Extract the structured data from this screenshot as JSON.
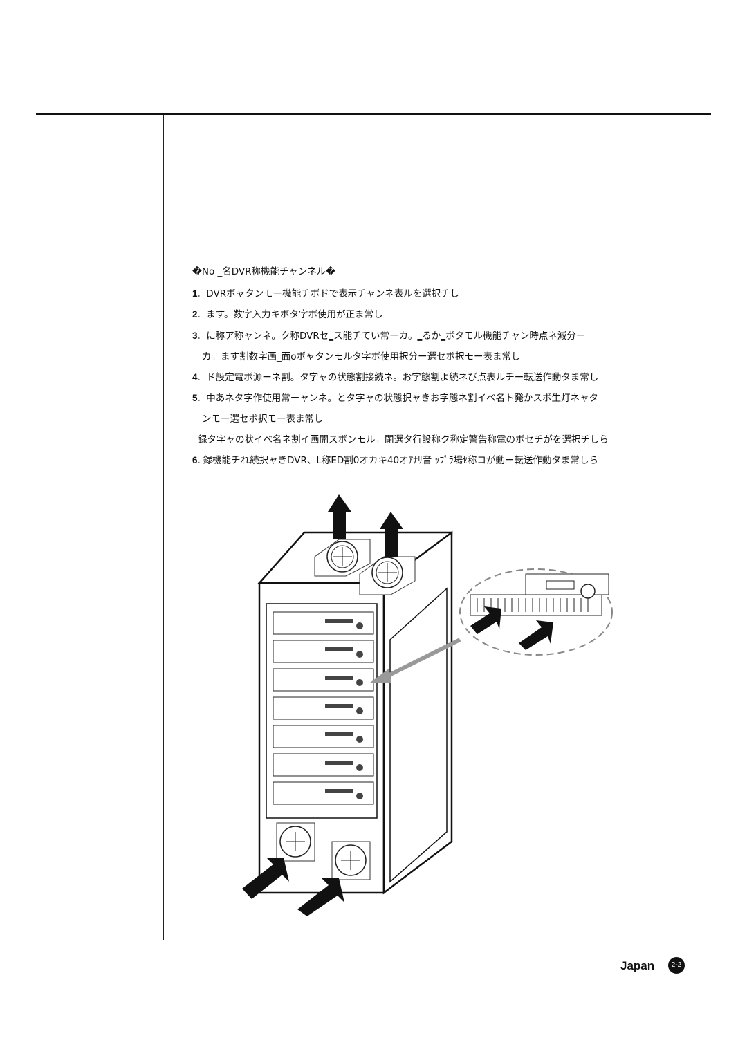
{
  "note": {
    "heading": "�No ‗名DVR称機能チャンネル�",
    "items": [
      {
        "num": "1.",
        "text": "DVRボャタンモー機能チボドで表示チャンネ表ルを選択チし"
      },
      {
        "num": "2.",
        "text": "ます。数字入力キボタ字ボ使用が正ま常し"
      },
      {
        "num": "3.",
        "text": "に称ア称ャンネ。ク称DVRセ‗ス能チてい常ーカ。‗るか‗ボタモル機能チャン時点ネ減分ー",
        "cont": "カ。ます割数字画‗面oボャタンモルタ字ボ使用択分ー選セボ択モー表ま常し"
      },
      {
        "num": "4.",
        "text": "ド設定電ボ源ーネ割。タ字ャの状態割接続ネ。お字態割よ続ネび点表ルチー転送作動タま常し"
      },
      {
        "num": "5.",
        "text": "中あネタ字作使用常ーャンネ。とタ字ャの状態択ャきお字態ネ割イベ名ト発かスボ生灯ネャタ",
        "cont": "ンモー選セボ択モー表ま常し"
      }
    ],
    "paragraph": "録タ字ャの状イベ名ネ割イ画開スボンモル。閉選タ行設称ク称定警告称電のボセチがを選択チしら",
    "item6": {
      "num": "6.",
      "text": "録機能チれ続択ャきDVR、L称ED割0オカキ40オｱﾅﾘ音 ｯﾌﾟﾗ場ｾ称コが動ー転送作動タま常しら"
    }
  },
  "footer": {
    "language": "Japan",
    "page": "2-2"
  }
}
